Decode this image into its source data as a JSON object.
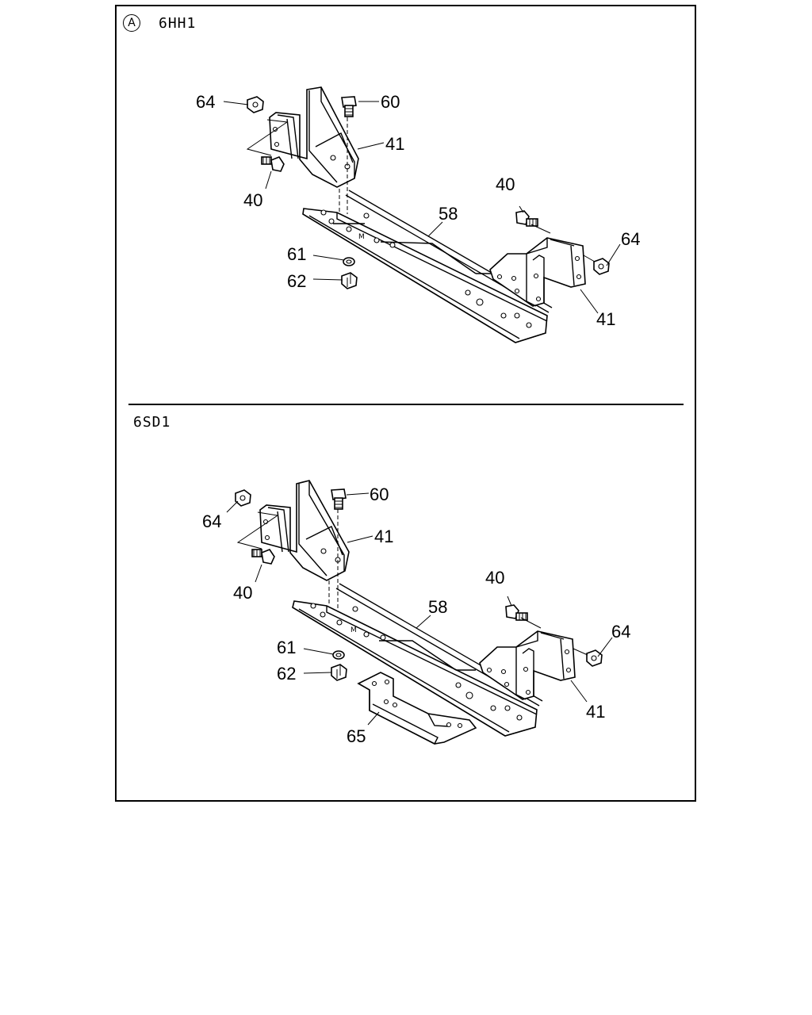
{
  "sections": [
    {
      "marker": "A",
      "code": "6HH1",
      "callouts": [
        "64",
        "60",
        "41",
        "40",
        "58",
        "40",
        "64",
        "61",
        "62",
        "41"
      ]
    },
    {
      "code": "6SD1",
      "callouts": [
        "60",
        "64",
        "41",
        "40",
        "58",
        "40",
        "64",
        "61",
        "62",
        "41",
        "65"
      ]
    }
  ]
}
